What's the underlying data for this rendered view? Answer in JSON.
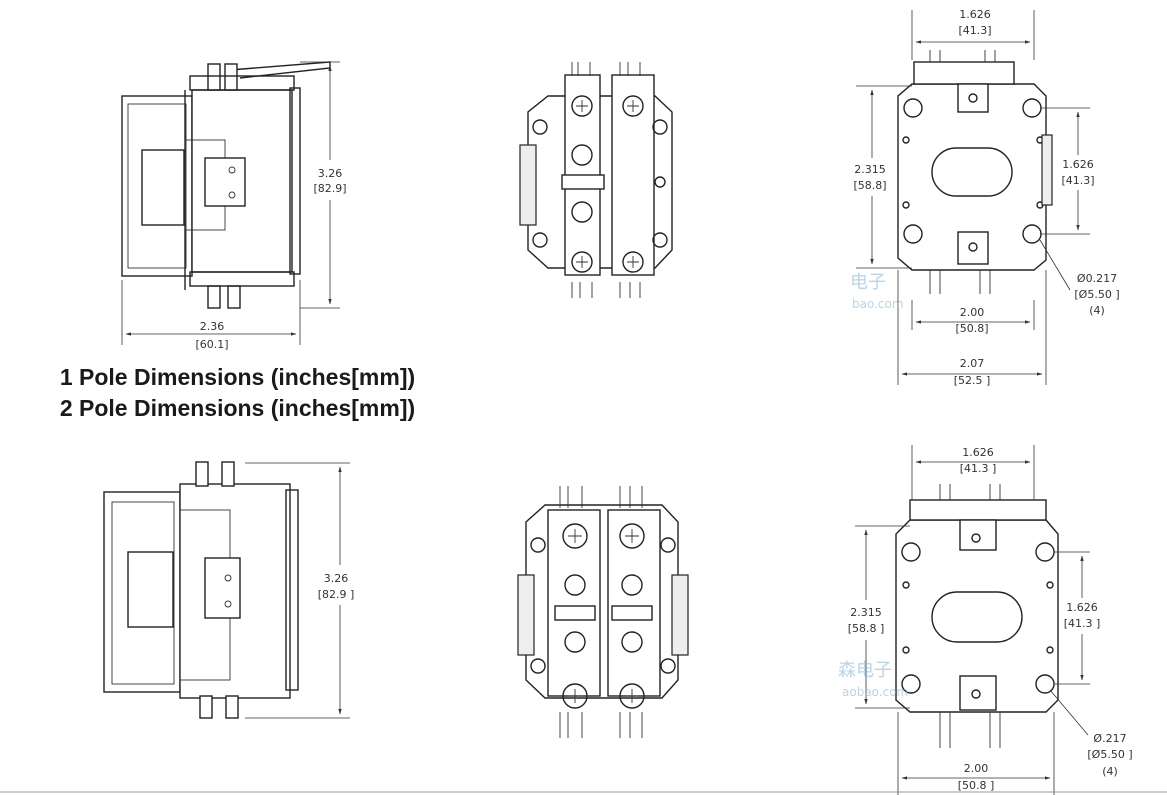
{
  "headings": {
    "one_pole": "1 Pole Dimensions (inches[mm])",
    "two_pole": "2 Pole Dimensions (inches[mm])"
  },
  "one_pole": {
    "side_height": "3.26",
    "side_height_mm": "[82.9]",
    "side_width": "2.36",
    "side_width_mm": "[60.1]",
    "top_width": "1.626",
    "top_width_mm": "[41.3]",
    "left_height": "2.315",
    "left_height_mm": "[58.8]",
    "right_height": "1.626",
    "right_height_mm": "[41.3]",
    "hole_dia": "Ø0.217",
    "hole_dia_mm": "[Ø5.50 ]",
    "hole_count": "(4)",
    "hole_spacing": "2.00",
    "hole_spacing_mm": "[50.8]",
    "overall_width": "2.07",
    "overall_width_mm": "[52.5 ]"
  },
  "two_pole": {
    "side_height": "3.26",
    "side_height_mm": "[82.9 ]",
    "top_width": "1.626",
    "top_width_mm": "[41.3 ]",
    "left_height": "2.315",
    "left_height_mm": "[58.8 ]",
    "right_height": "1.626",
    "right_height_mm": "[41.3 ]",
    "hole_dia": "Ø.217",
    "hole_dia_mm": "[Ø5.50 ]",
    "hole_count": "(4)",
    "hole_spacing": "2.00",
    "hole_spacing_mm": "[50.8 ]"
  },
  "watermarks": {
    "top_cn": "电子",
    "top_url": "bao.com",
    "bottom_cn": "森电子",
    "bottom_url": "aobao.com"
  },
  "colors": {
    "line": "#222222",
    "watermark": "#7fb3d9"
  }
}
